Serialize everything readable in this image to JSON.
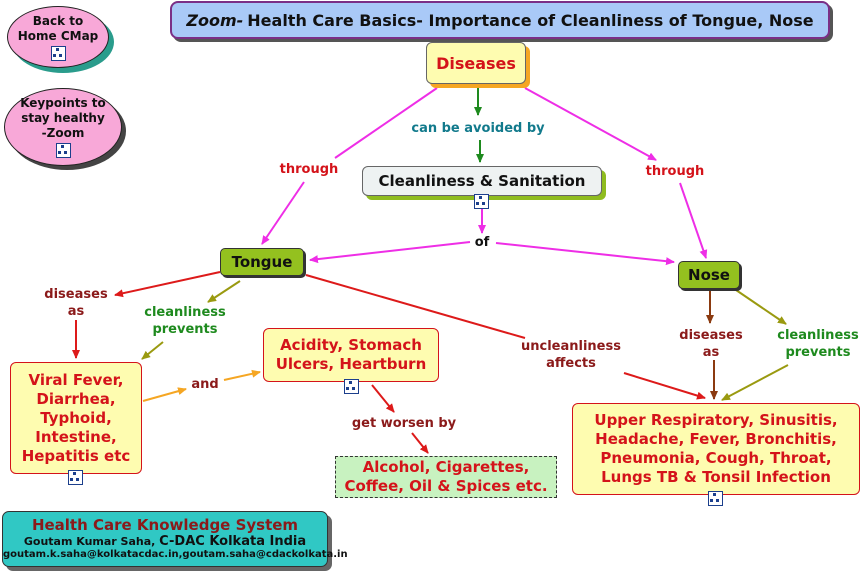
{
  "title": {
    "zoom": "Zoom-",
    "text": "Health Care Basics- Importance of Cleanliness of Tongue, Nose"
  },
  "nav": {
    "back_home": [
      "Back to",
      "Home CMap"
    ],
    "keypoints": [
      "Keypoints to",
      "stay healthy",
      "-Zoom"
    ]
  },
  "concepts": {
    "diseases": "Diseases",
    "cleanliness": "Cleanliness & Sanitation",
    "tongue": "Tongue",
    "nose": "Nose",
    "viral": [
      "Viral Fever,",
      "Diarrhea,",
      "Typhoid,",
      "Intestine,",
      "Hepatitis etc"
    ],
    "acidity": [
      "Acidity, Stomach",
      "Ulcers, Heartburn"
    ],
    "alcohol": [
      "Alcohol, Cigarettes,",
      "Coffee, Oil & Spices etc."
    ],
    "upper": [
      "Upper Respiratory, Sinusitis,",
      "Headache, Fever, Bronchitis,",
      "Pneumonia, Cough, Throat,",
      "Lungs TB & Tonsil Infection"
    ]
  },
  "links": {
    "avoided": "can be avoided by",
    "through_left": "through",
    "through_right": "through",
    "of": "of",
    "diseases_as_left": [
      "diseases",
      "as"
    ],
    "cleanliness_prevents_left": [
      "cleanliness",
      "prevents"
    ],
    "and": "and",
    "uncleanliness": [
      "uncleanliness",
      "affects"
    ],
    "diseases_as_right": [
      "diseases",
      "as"
    ],
    "cleanliness_prevents_right": [
      "cleanliness",
      "prevents"
    ],
    "get_worsen": "get worsen by"
  },
  "colors": {
    "magenta": "#ee2ee6",
    "red": "#dd1a1a",
    "green": "#1e8a1e",
    "olive": "#9a9a10",
    "orange": "#f5a623",
    "brown": "#8b3a10"
  },
  "footer": {
    "name": "Health Care Knowledge System",
    "author": "Goutam Kumar Saha,",
    "org": "C-DAC Kolkata India",
    "emails": "goutam.k.saha@kolkatacdac.in,goutam.saha@cdackolkata.in"
  }
}
